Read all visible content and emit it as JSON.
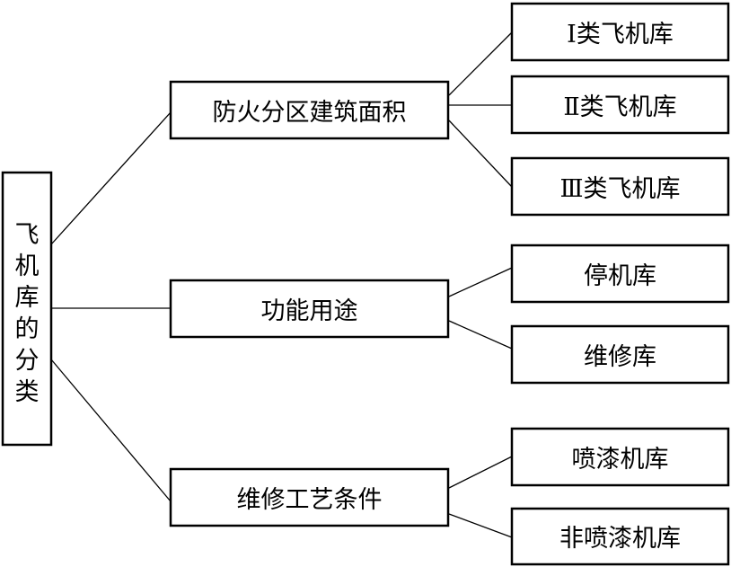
{
  "root": {
    "label": "飞机库的分类"
  },
  "categories": [
    {
      "label": "防火分区建筑面积",
      "children": [
        "Ⅰ类飞机库",
        "Ⅱ类飞机库",
        "Ⅲ类飞机库"
      ]
    },
    {
      "label": "功能用途",
      "children": [
        "停机库",
        "维修库"
      ]
    },
    {
      "label": "维修工艺条件",
      "children": [
        "喷漆机库",
        "非喷漆机库"
      ]
    }
  ]
}
